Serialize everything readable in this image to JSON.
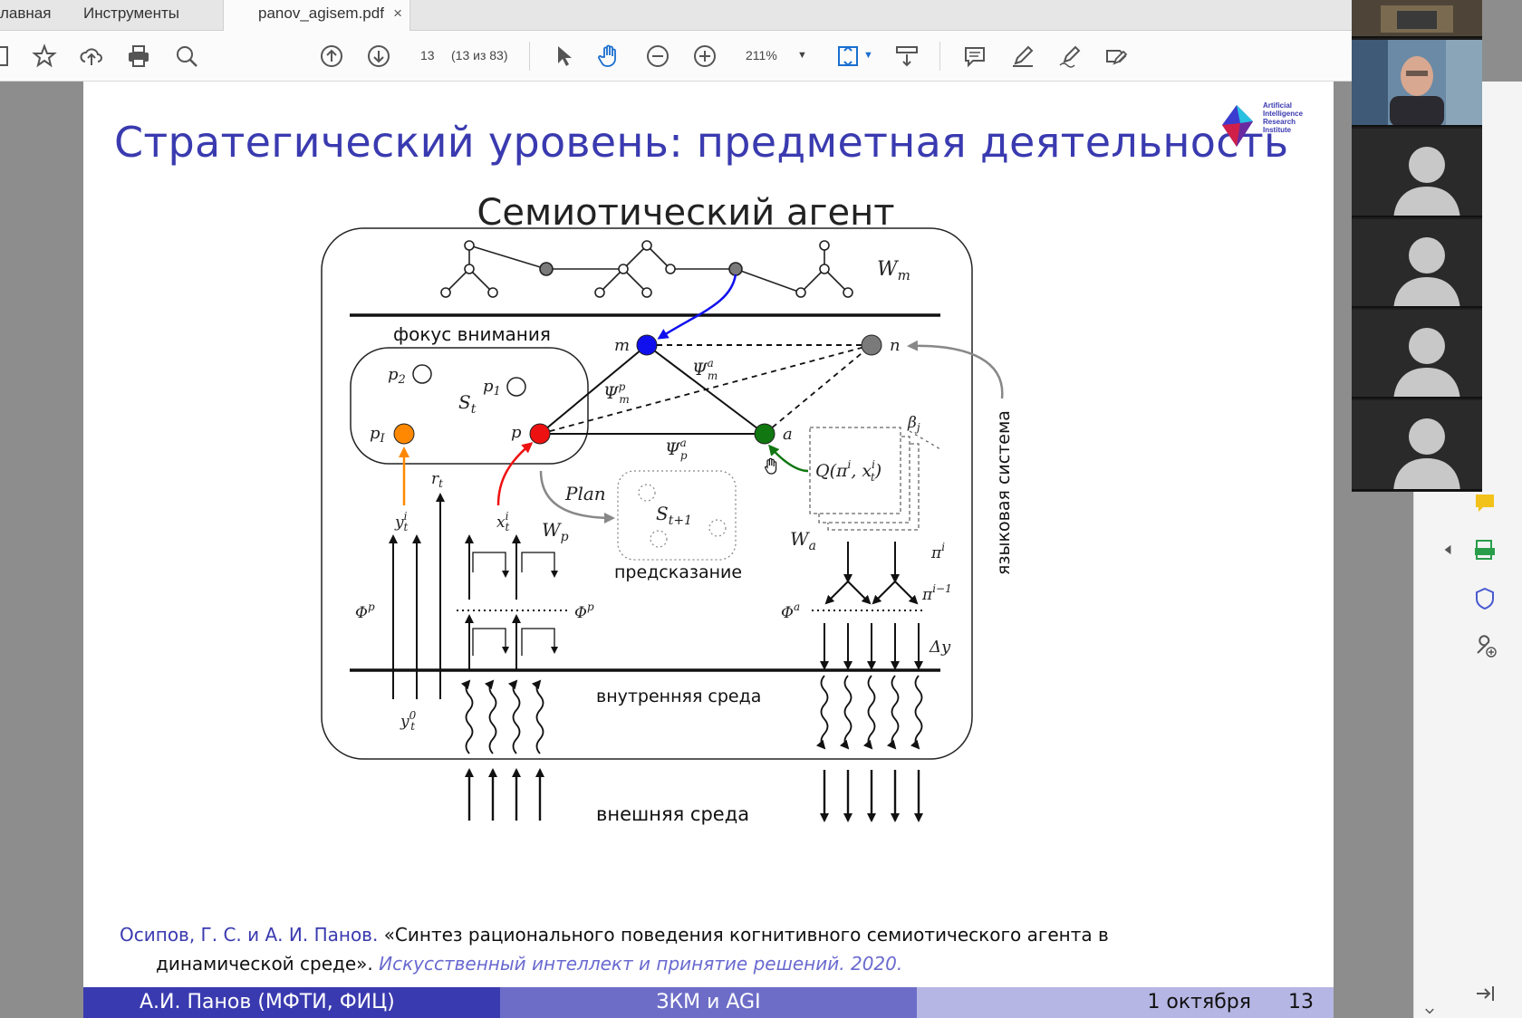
{
  "tabs": {
    "home": "лавная",
    "tools": "Инструменты",
    "document": "panov_agisem.pdf",
    "close": "×"
  },
  "toolbar": {
    "page_number": "13",
    "page_count": "(13 из 83)",
    "zoom": "211%"
  },
  "slide": {
    "title": "Стратегический уровень: предметная деятельность",
    "logo_text": [
      "Artificial",
      "Intelligence",
      "Research",
      "Institute"
    ],
    "diagram_title": "Семиотический агент",
    "labels": {
      "wm": "W",
      "wm_sub": "m",
      "focus": "фокус внимания",
      "m": "m",
      "n": "n",
      "p2": "p",
      "p2_sub": "2",
      "p1": "p",
      "p1_sub": "1",
      "pI": "p",
      "pI_sub": "I",
      "st": "S",
      "st_sub": "t",
      "p": "p",
      "a": "a",
      "psi_ma": "Ψ",
      "psi_ma_sup": "a",
      "psi_ma_sub": "m",
      "psi_mp": "Ψ",
      "psi_mp_sup": "p",
      "psi_mp_sub": "m",
      "psi_pa": "Ψ",
      "psi_pa_sup": "a",
      "psi_pa_sub": "p",
      "beta": "β",
      "beta_sub": "j",
      "q": "Q(π",
      "q_sup_i": "i",
      "q_x": ", x",
      "q_x_sup": "i",
      "q_x_sub": "t",
      "q_end": ")",
      "plan": "Plan",
      "st1": "S",
      "st1_sub": "t+1",
      "prediction": "предсказание",
      "lang_system": "языковая система",
      "rt": "r",
      "rt_sub": "t",
      "yi": "y",
      "yi_sup": "i",
      "yi_sub": "t",
      "xi": "x",
      "xi_sup": "i",
      "xi_sub": "t",
      "wp": "W",
      "wp_sub": "p",
      "wa": "W",
      "wa_sub": "a",
      "pi_i": "π",
      "pi_i_sup": "i",
      "pi_i1": "π",
      "pi_i1_sup": "i−1",
      "phi_p_left": "Φ",
      "phi_p_left_sup": "p",
      "phi_p_mid": "Φ",
      "phi_p_mid_sup": "p",
      "phi_a": "Φ",
      "phi_a_sup": "a",
      "dy": "Δy",
      "inner_env": "внутренняя среда",
      "outer_env": "внешняя среда",
      "y0": "y",
      "y0_sup": "0",
      "y0_sub": "t"
    },
    "citation": {
      "authors": "Осипов, Г. С. и А. И. Панов.",
      "title_part1": "«Синтез рационального поведения когнитивного семиотического агента в",
      "title_part2": "динамической среде».",
      "journal": "Искусственный интеллект и принятие решений.",
      "year": "2020."
    },
    "footer": {
      "author": "А.И. Панов  (МФТИ, ФИЦ)",
      "center": "ЗКМ и AGI",
      "date": "1 октября",
      "page": "13"
    }
  },
  "colors": {
    "title_blue": "#3a3ab0",
    "node_blue": "#1010ee",
    "node_red": "#ee1111",
    "node_green": "#117711",
    "node_orange": "#ff8800",
    "node_gray": "#7a7a7a"
  }
}
